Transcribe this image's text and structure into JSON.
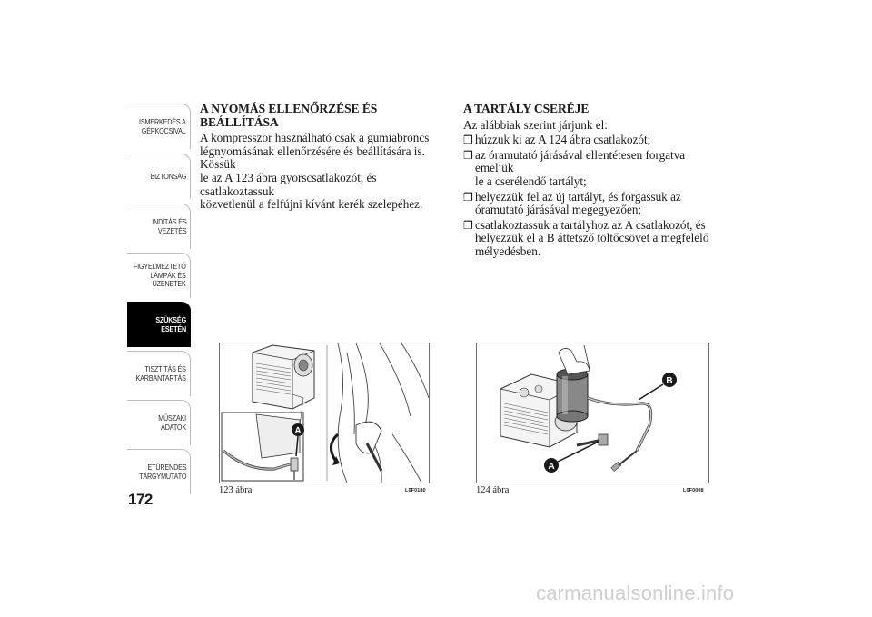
{
  "sidebar": {
    "tabs": [
      {
        "label": "ISMERKEDÉS A\nGÉPKOCSIVAL",
        "active": false
      },
      {
        "label": "BIZTONSÁG",
        "active": false
      },
      {
        "label": "INDÍTÁS ÉS\nVEZETÉS",
        "active": false
      },
      {
        "label": "FIGYELMEZTETŐ\nLÁMPÁK ÉS\nÜZENETEK",
        "active": false
      },
      {
        "label": "SZÜKSÉG ESETÉN",
        "active": true
      },
      {
        "label": "TISZTÍTÁS ÉS\nKARBANTARTÁS",
        "active": false
      },
      {
        "label": "MŰSZAKI ADATOK",
        "active": false
      },
      {
        "label": "ETŰRENDES\nTÁRGYMUTATÓ",
        "active": false
      }
    ]
  },
  "page_number": "172",
  "section1": {
    "title": "A NYOMÁS ELLENŐRZÉSE ÉS BEÁLLÍTÁSA",
    "line1": "A kompresszor használható csak a gumiabroncs",
    "line2": "légnyomásának ellenőrzésére és beállítására is. Kössük",
    "line3": "le az A 123 ábra gyorscsatlakozót, és csatlakoztassuk",
    "line4": "közvetlenül a felfújni kívánt kerék szelepéhez."
  },
  "section2": {
    "title": "A TARTÁLY CSERÉJE",
    "intro": "Az alábbiak szerint járjunk el:",
    "bullet": "❒",
    "items": [
      {
        "l1": "húzzuk ki az A 124 ábra csatlakozót;",
        "l2": ""
      },
      {
        "l1": "az óramutató járásával ellentétesen forgatva emeljük",
        "l2": "le a cserélendő tartályt;"
      },
      {
        "l1": "helyezzük fel az új tartályt, és forgassuk az",
        "l2": "óramutató járásával megegyezően;"
      },
      {
        "l1": "csatlakoztassuk a tartályhoz az A csatlakozót, és",
        "l2": "helyezzük el a B áttetsző töltőcsövet a megfelelő",
        "l3": "mélyedésben."
      }
    ]
  },
  "figure1": {
    "caption": "123 ábra",
    "code": "L0F0180",
    "label_a": "A"
  },
  "figure2": {
    "caption": "124 ábra",
    "code": "L0F0008",
    "label_a": "A",
    "label_b": "B"
  },
  "watermark": "carmanualsonline.info"
}
